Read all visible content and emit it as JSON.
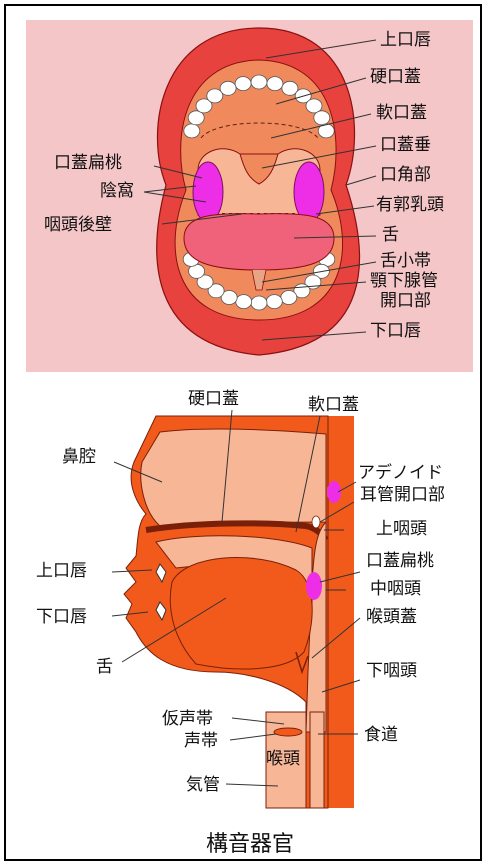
{
  "title": "構音器官",
  "colors": {
    "panel_bg": "#f4c6c8",
    "lips": "#e8423f",
    "tissue": "#f08a5d",
    "throat_red": "#f25a1c",
    "pale": "#f7b696",
    "tongue": "#f0627a",
    "tonsil": "#ee2ee6"
  },
  "mouth": {
    "labels": {
      "upper_lip": "上口唇",
      "hard_palate": "硬口蓋",
      "soft_palate": "軟口蓋",
      "uvula": "口蓋垂",
      "palatine_tonsil": "口蓋扁桃",
      "mouth_corner": "口角部",
      "tonsil_fossa": "陰窩",
      "vallate_papillae": "有郭乳頭",
      "posterior_pharyngeal_wall": "咽頭後壁",
      "tongue": "舌",
      "frenulum": "舌小帯",
      "submandibular_duct_1": "顎下腺管",
      "submandibular_duct_2": "開口部",
      "lower_lip": "下口唇"
    }
  },
  "section": {
    "labels": {
      "hard_palate": "硬口蓋",
      "soft_palate": "軟口蓋",
      "nasal_cavity": "鼻腔",
      "adenoid": "アデノイド",
      "eustachian_opening": "耳管開口部",
      "nasopharynx": "上咽頭",
      "upper_lip": "上口唇",
      "palatine_tonsil": "口蓋扁桃",
      "oropharynx": "中咽頭",
      "lower_lip": "下口唇",
      "epiglottis": "喉頭蓋",
      "tongue": "舌",
      "hypopharynx": "下咽頭",
      "false_vocal_cord": "仮声帯",
      "esophagus": "食道",
      "vocal_cord": "声帯",
      "larynx": "喉頭",
      "trachea": "気管"
    }
  }
}
